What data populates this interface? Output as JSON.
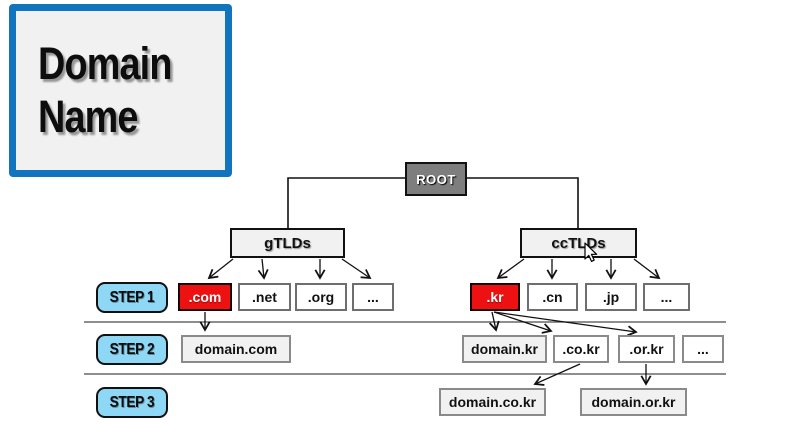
{
  "title": {
    "line1": "Domain",
    "line2": "Name"
  },
  "colors": {
    "accent_blue": "#1274bd",
    "step_blue": "#8ed7f5",
    "highlight_red": "#ee1111",
    "root_gray": "#7e7e7e",
    "panel_gray": "#f1f1f1"
  },
  "tree": {
    "root_label": "ROOT",
    "branches": [
      {
        "label": "gTLDs",
        "children": [
          {
            "label": ".com",
            "highlighted": true
          },
          {
            "label": ".net",
            "highlighted": false
          },
          {
            "label": ".org",
            "highlighted": false
          },
          {
            "label": "...",
            "highlighted": false
          }
        ]
      },
      {
        "label": "ccTLDs",
        "children": [
          {
            "label": ".kr",
            "highlighted": true
          },
          {
            "label": ".cn",
            "highlighted": false
          },
          {
            "label": ".jp",
            "highlighted": false
          },
          {
            "label": "...",
            "highlighted": false
          }
        ]
      }
    ]
  },
  "steps": [
    "STEP 1",
    "STEP 2",
    "STEP 3"
  ],
  "row2": {
    "items": [
      "domain.com",
      "domain.kr",
      ".co.kr",
      ".or.kr",
      "..."
    ]
  },
  "row3": {
    "items": [
      "domain.co.kr",
      "domain.or.kr"
    ]
  },
  "icons": {
    "cursor": "mouse-pointer-icon"
  }
}
